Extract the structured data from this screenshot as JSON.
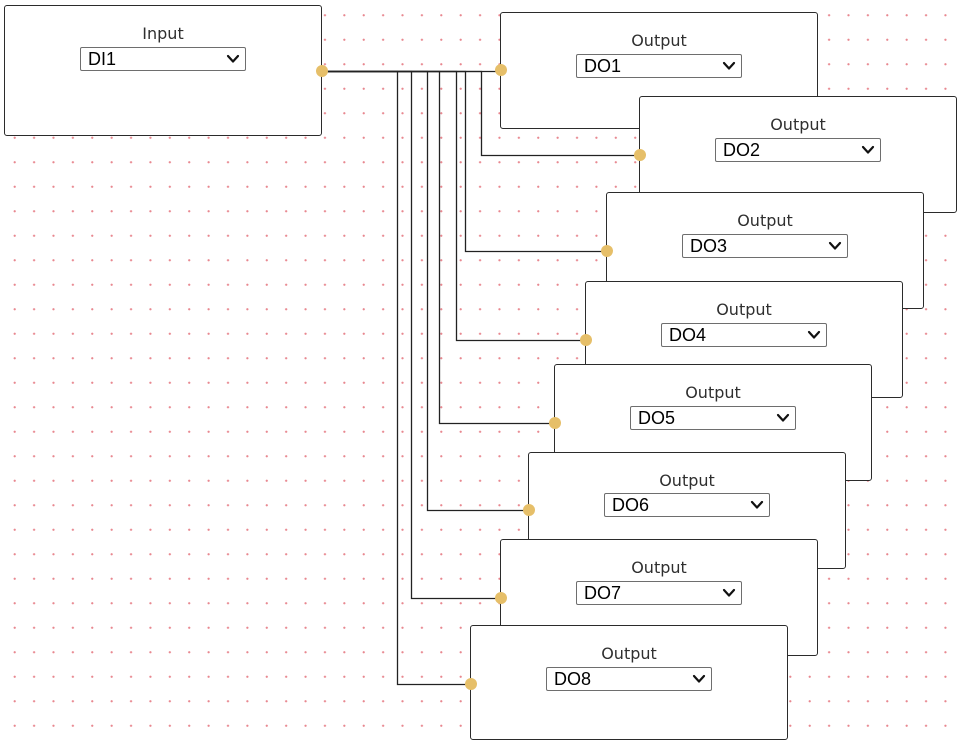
{
  "theme": {
    "port_color": "#e6bf69",
    "wire_color": "#222222",
    "grid_dot_color": "#e8878f",
    "border_color": "#2b2b2b"
  },
  "input_node": {
    "title": "Input",
    "selected": "DI1",
    "icon": "chevron-down-icon"
  },
  "output_nodes": [
    {
      "title": "Output",
      "selected": "DO1",
      "icon": "chevron-down-icon"
    },
    {
      "title": "Output",
      "selected": "DO2",
      "icon": "chevron-down-icon"
    },
    {
      "title": "Output",
      "selected": "DO3",
      "icon": "chevron-down-icon"
    },
    {
      "title": "Output",
      "selected": "DO4",
      "icon": "chevron-down-icon"
    },
    {
      "title": "Output",
      "selected": "DO5",
      "icon": "chevron-down-icon"
    },
    {
      "title": "Output",
      "selected": "DO6",
      "icon": "chevron-down-icon"
    },
    {
      "title": "Output",
      "selected": "DO7",
      "icon": "chevron-down-icon"
    },
    {
      "title": "Output",
      "selected": "DO8",
      "icon": "chevron-down-icon"
    }
  ],
  "connections": [
    {
      "from": "DI1",
      "to": "DO1"
    },
    {
      "from": "DI1",
      "to": "DO2"
    },
    {
      "from": "DI1",
      "to": "DO3"
    },
    {
      "from": "DI1",
      "to": "DO4"
    },
    {
      "from": "DI1",
      "to": "DO5"
    },
    {
      "from": "DI1",
      "to": "DO6"
    },
    {
      "from": "DI1",
      "to": "DO7"
    },
    {
      "from": "DI1",
      "to": "DO8"
    }
  ]
}
